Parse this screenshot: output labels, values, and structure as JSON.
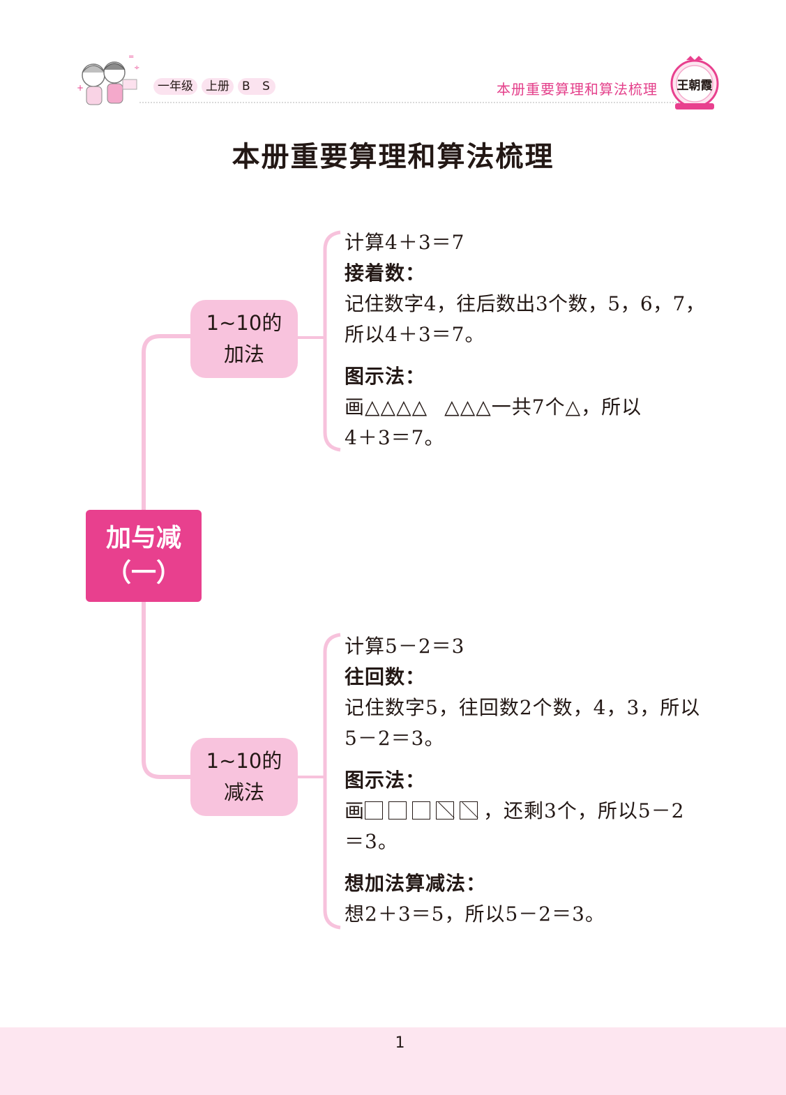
{
  "header": {
    "grade": "一年级",
    "volume": "上册",
    "edition": "B S",
    "section_title": "本册重要算理和算法梳理",
    "brand": "王朝霞"
  },
  "page_title": "本册重要算理和算法梳理",
  "mindmap": {
    "root": {
      "line1": "加与减",
      "line2": "（一）"
    },
    "branches": [
      {
        "line1": "1~10的",
        "line2": "加法",
        "content": {
          "calc": "计算4＋3＝7",
          "method1_title": "接着数：",
          "method1_line1": "记住数字4，往后数出3个数，5，6，7，",
          "method1_line2": "所以4＋3＝7。",
          "method2_title": "图示法：",
          "method2_prefix": "画",
          "method2_tri_a": "△△△△",
          "method2_tri_b": "△△△",
          "method2_suffix": "一共7个△，所以",
          "method2_line2": "4＋3＝7。"
        }
      },
      {
        "line1": "1~10的",
        "line2": "减法",
        "content": {
          "calc": "计算5－2＝3",
          "method1_title": "往回数：",
          "method1_line1": "记住数字5，往回数2个数，4，3，所以",
          "method1_line2": "5－2＝3。",
          "method2_title": "图示法：",
          "method2_prefix": "画",
          "method2_suffix": "，还剩3个，所以5－2",
          "method2_line2": "＝3。",
          "method3_title": "想加法算减法：",
          "method3_line1": "想2＋3＝5，所以5－2＝3。"
        }
      }
    ]
  },
  "footer": {
    "page_number": "1"
  },
  "colors": {
    "accent": "#e8408e",
    "branch_fill": "#f8c3dd",
    "line": "#f7c2dc",
    "footer_bg": "#fde6f0"
  }
}
